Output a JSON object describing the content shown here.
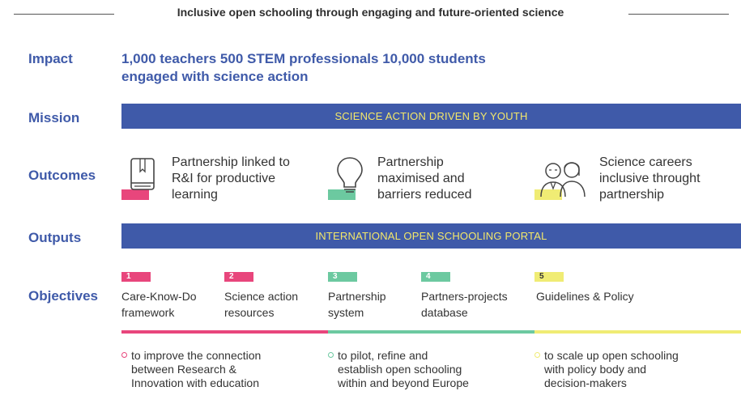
{
  "header": {
    "title": "Inclusive open schooling through engaging and future-oriented science"
  },
  "labels": {
    "impact": "Impact",
    "mission": "Mission",
    "outcomes": "Outcomes",
    "outputs": "Outputs",
    "objectives": "Objectives"
  },
  "impact": {
    "line1": "1,000 teachers 500 STEM professionals 10,000 students",
    "line2": "engaged with science action"
  },
  "mission": {
    "text": "SCIENCE ACTION DRIVEN BY YOUTH"
  },
  "outcomes": [
    {
      "icon": "book-icon",
      "color": "#e8467c",
      "lines": [
        "Partnership linked to",
        "R&I for productive",
        "learning"
      ]
    },
    {
      "icon": "lightbulb-icon",
      "color": "#6cc9a0",
      "lines": [
        "Partnership",
        "maximised and",
        "barriers reduced"
      ]
    },
    {
      "icon": "people-icon",
      "color": "#f0ec74",
      "lines": [
        "Science careers",
        "inclusive throught",
        "partnership"
      ]
    }
  ],
  "outputs": {
    "text": "INTERNATIONAL OPEN SCHOOLING PORTAL"
  },
  "objectives": [
    {
      "num": "1",
      "color": "#e8467c",
      "lines": [
        "Care-Know-Do",
        "framework"
      ]
    },
    {
      "num": "2",
      "color": "#e8467c",
      "lines": [
        "Science action",
        "resources"
      ]
    },
    {
      "num": "3",
      "color": "#6cc9a0",
      "lines": [
        "Partnership",
        "system"
      ]
    },
    {
      "num": "4",
      "color": "#6cc9a0",
      "lines": [
        "Partners-projects",
        "database"
      ]
    },
    {
      "num": "5",
      "color": "#f0ec74",
      "lines": [
        "Guidelines & Policy"
      ]
    }
  ],
  "goals": [
    {
      "color": "#e8467c",
      "lines": [
        "to improve the connection",
        "between Research &",
        "Innovation with education"
      ]
    },
    {
      "color": "#6cc9a0",
      "lines": [
        "to pilot, refine and",
        "establish open schooling",
        "within and beyond Europe"
      ]
    },
    {
      "color": "#f0ec74",
      "lines": [
        "to scale up open schooling",
        "with policy body and",
        "decision-makers"
      ]
    }
  ],
  "colors": {
    "blue": "#3f5aa9",
    "pink": "#e8467c",
    "green": "#6cc9a0",
    "yellow": "#f0ec74"
  }
}
